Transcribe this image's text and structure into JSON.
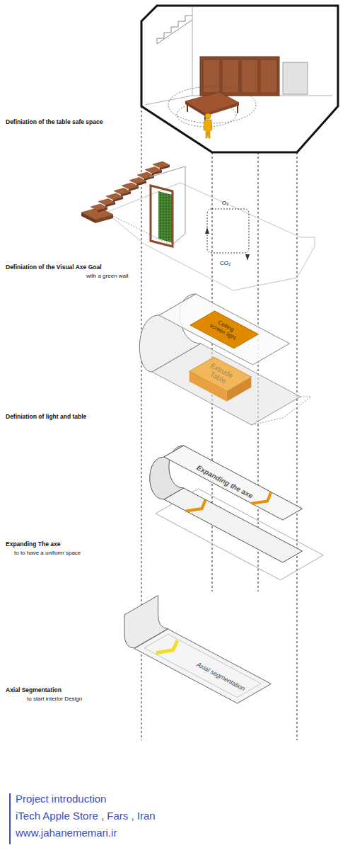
{
  "diagram": {
    "nodes": [
      {
        "text": [
          "Ceiling screen light"
        ]
      },
      {
        "text": [
          "Extrude Table"
        ]
      },
      {
        "text": [
          "Expanding the axe"
        ]
      },
      {
        "text": [
          "Axial segmentation"
        ]
      }
    ],
    "labels": [
      "Definiation of the table safe space",
      "Definiation of the Visual Axe Goal",
      "with a green wall",
      "O₂",
      "CO₂",
      "Definiation of light and table",
      "Expanding The axe",
      "to to have a uniform space",
      "Axial Segmentation",
      "to start interior Design",
      "Project introduction",
      "iTech Apple Store , Fars , Iran",
      "www.jahanememari.ir"
    ]
  }
}
